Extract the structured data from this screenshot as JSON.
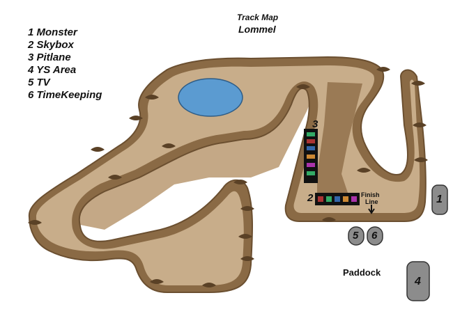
{
  "header": {
    "title": "Track Map",
    "subtitle": "Lommel"
  },
  "legend": {
    "items": [
      "1 Monster",
      "2 Skybox",
      "3 Pitlane",
      "4 YS Area",
      "5 TV",
      "6 TimeKeeping"
    ]
  },
  "markers": {
    "m1": "1",
    "m2": "2",
    "m3": "3",
    "m4": "4",
    "m5": "5",
    "m6": "6"
  },
  "labels": {
    "finish_line_1": "Finish",
    "finish_line_2": "Line",
    "paddock": "Paddock"
  },
  "colors": {
    "track_border": "#8a6a45",
    "track_surface": "#c8ad8a",
    "infield": "#c4a886",
    "water": "#5b9bd1",
    "marker_fill": "#8c8c8c",
    "background": "#ffffff"
  }
}
